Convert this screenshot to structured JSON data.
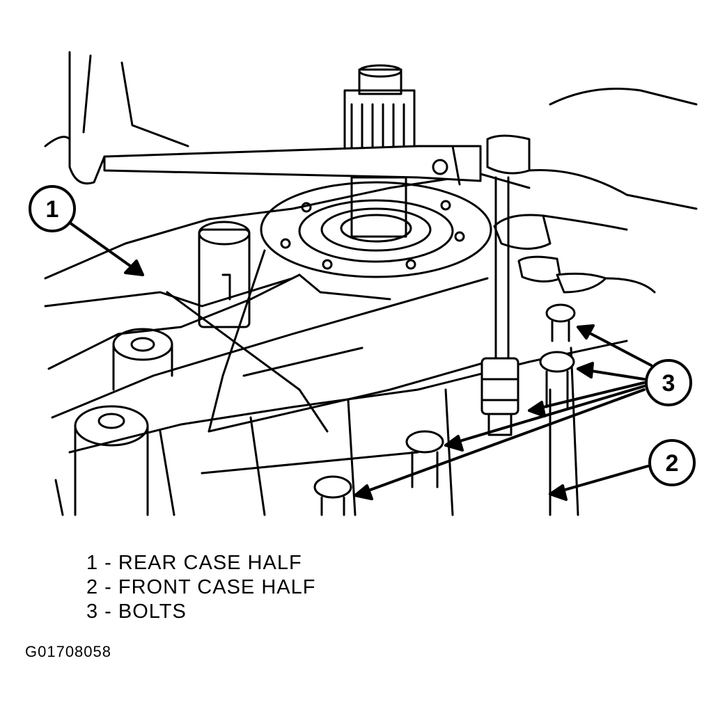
{
  "callouts": [
    {
      "number": "1",
      "label": "REAR CASE HALF"
    },
    {
      "number": "2",
      "label": "FRONT CASE HALF"
    },
    {
      "number": "3",
      "label": "BOLTS"
    }
  ],
  "legend": [
    "1 - REAR CASE HALF",
    "2 - FRONT CASE HALF",
    "3 - BOLTS"
  ],
  "figure_id": "G01708058",
  "colors": {
    "ink": "#000000",
    "paper": "#ffffff"
  }
}
